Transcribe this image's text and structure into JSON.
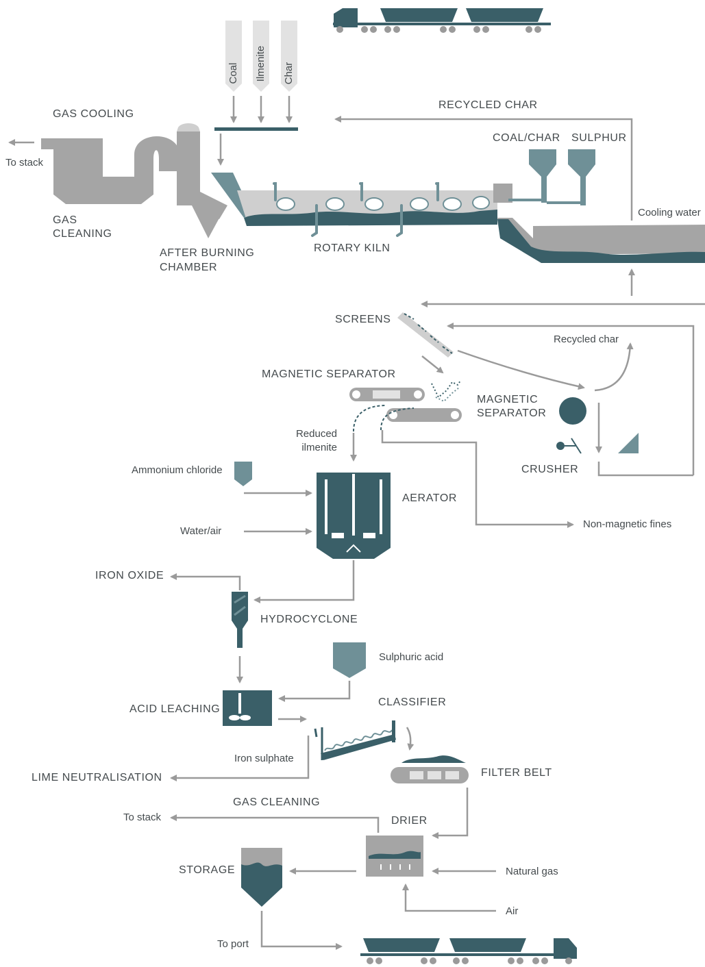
{
  "colors": {
    "teal": "#3a5f68",
    "teal_light": "#6f9097",
    "grey": "#a5a5a5",
    "grey_light": "#cfcfcf",
    "grey_silo": "#e2e2e2",
    "line": "#9a9a9a",
    "text": "#444a4d"
  },
  "feed": {
    "coal": "Coal",
    "ilmenite": "Ilmenite",
    "char": "Char"
  },
  "labels": {
    "gas_cooling": "GAS COOLING",
    "to_stack_top": "To stack",
    "gas_cleaning_line1": "GAS",
    "gas_cleaning_line2": "CLEANING",
    "after_burning_line1": "AFTER BURNING",
    "after_burning_line2": "CHAMBER",
    "rotary_kiln": "ROTARY KILN",
    "recycled_char_top": "RECYCLED CHAR",
    "coal_char": "COAL/CHAR",
    "sulphur": "SULPHUR",
    "cooling_water": "Cooling water",
    "screens": "SCREENS",
    "magnetic_separator_1": "MAGNETIC SEPARATOR",
    "magnetic_separator_2_line1": "MAGNETIC",
    "magnetic_separator_2_line2": "SEPARATOR",
    "recycled_char": "Recycled char",
    "crusher": "CRUSHER",
    "reduced_ilmenite_line1": "Reduced",
    "reduced_ilmenite_line2": "ilmenite",
    "ammonium_chloride": "Ammonium chloride",
    "water_air": "Water/air",
    "aerator": "AERATOR",
    "non_magnetic_fines": "Non-magnetic fines",
    "iron_oxide": "IRON OXIDE",
    "hydrocyclone": "HYDROCYCLONE",
    "sulphuric_acid": "Sulphuric acid",
    "acid_leaching": "ACID LEACHING",
    "classifier": "CLASSIFIER",
    "iron_sulphate": "Iron sulphate",
    "lime_neutralisation": "LIME NEUTRALISATION",
    "filter_belt": "FILTER BELT",
    "gas_cleaning_bottom": "GAS CLEANING",
    "to_stack_bottom": "To stack",
    "drier": "DRIER",
    "storage": "STORAGE",
    "natural_gas": "Natural gas",
    "air": "Air",
    "to_port": "To port"
  }
}
